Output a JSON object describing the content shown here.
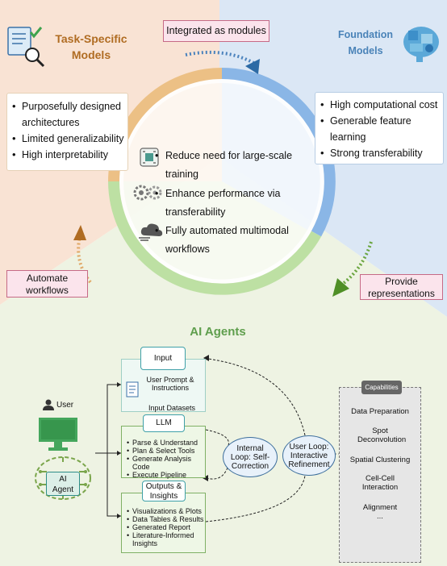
{
  "task_specific": {
    "title_line1": "Task-Specific",
    "title_line2": "Models",
    "bullets": [
      "Purposefully designed architectures",
      "Limited generalizability",
      "High interpretability"
    ]
  },
  "foundation": {
    "title_line1": "Foundation",
    "title_line2": "Models",
    "bullets": [
      "High computational cost",
      "Generable feature learning",
      "Strong transferability"
    ]
  },
  "arrows": {
    "integrated": "Integrated as modules",
    "automate_line1": "Automate",
    "automate_line2": "workflows",
    "provide_line1": "Provide",
    "provide_line2": "representations"
  },
  "center": {
    "items": [
      "Reduce need for large-scale training",
      "Enhance performance via transferability",
      "Fully automated multimodal workflows"
    ]
  },
  "ai_agents": {
    "title": "AI Agents",
    "user_label": "User",
    "agent_label_line1": "AI",
    "agent_label_line2": "Agent",
    "input": {
      "header": "Input",
      "prompt_line1": "User Prompt &",
      "prompt_line2": "Instructions",
      "datasets": "Input Datasets"
    },
    "llm": {
      "header": "LLM",
      "items": [
        "Parse & Understand",
        "Plan & Select Tools",
        "Generate Analysis Code",
        "Execute Pipeline"
      ]
    },
    "outputs": {
      "header_line1": "Outputs &",
      "header_line2": "Insights",
      "items": [
        "Visualizations & Plots",
        "Data Tables & Results",
        "Generated Report",
        "Literature-Informed Insights"
      ]
    },
    "internal_loop": "Internal Loop: Self-Correction",
    "user_loop": "User Loop: Interactive Refinement"
  },
  "capabilities": {
    "header": "Capabilities",
    "items": [
      "Data Preparation",
      "Spot Deconvolution",
      "Spatial Clustering",
      "Cell-Cell Interaction",
      "Alignment",
      "..."
    ]
  },
  "colors": {
    "task_bg": "#f9e3d4",
    "foundation_bg": "#dbe7f5",
    "agent_bg": "#eef3e3",
    "orange_arc": "#ecc085",
    "blue_arc": "#8ab6e6",
    "green_arc": "#bde0a3",
    "title_orange": "#b06c22",
    "title_blue": "#4a83b8",
    "title_green": "#5f9e4d"
  }
}
